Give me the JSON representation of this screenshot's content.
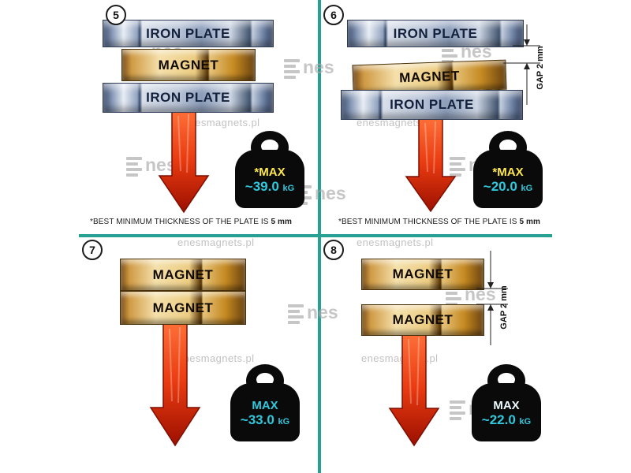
{
  "watermark": {
    "site_text": "enesmagnets.pl",
    "logo_text": "nes"
  },
  "colors": {
    "divider_teal": "#27a094",
    "max_label_yellow": "#ffe94e",
    "value_cyan": "#2fc8dc",
    "max_label_white": "#eefcff",
    "arrow_red": "#e83a10",
    "weight_black": "#0a0a0a"
  },
  "panels": {
    "p5": {
      "number": "5",
      "top_plate": "IRON PLATE",
      "magnet": "MAGNET",
      "bottom_plate": "IRON PLATE",
      "weight": {
        "label": "*MAX",
        "value": "~39.0",
        "unit": "kG"
      },
      "footnote": {
        "text": "*BEST MINIMUM THICKNESS OF THE PLATE IS",
        "bold": "5 mm"
      }
    },
    "p6": {
      "number": "6",
      "top_plate": "IRON PLATE",
      "magnet": "MAGNET",
      "bottom_plate": "IRON PLATE",
      "gap_label": "GAP 2 mm",
      "weight": {
        "label": "*MAX",
        "value": "~20.0",
        "unit": "kG"
      },
      "footnote": {
        "text": "*BEST MINIMUM THICKNESS OF THE PLATE IS",
        "bold": "5 mm"
      }
    },
    "p7": {
      "number": "7",
      "top_magnet": "MAGNET",
      "bottom_magnet": "MAGNET",
      "weight": {
        "label": "MAX",
        "value": "~33.0",
        "unit": "kG"
      }
    },
    "p8": {
      "number": "8",
      "top_magnet": "MAGNET",
      "bottom_magnet": "MAGNET",
      "gap_label": "GAP 2 mm",
      "weight": {
        "label": "MAX",
        "value": "~22.0",
        "unit": "kG"
      }
    }
  }
}
